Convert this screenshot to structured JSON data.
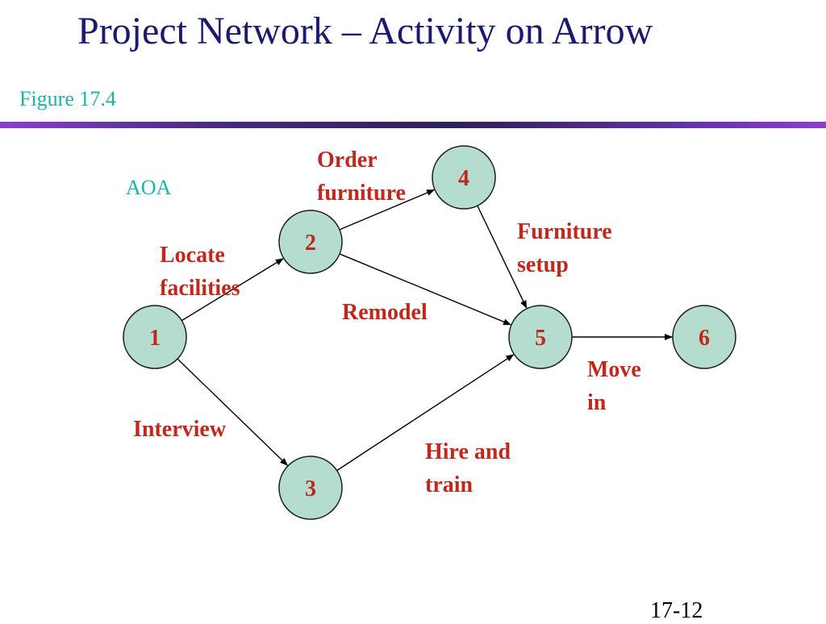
{
  "slide": {
    "title": "Project Network – Activity on Arrow",
    "figure_label": "Figure 17.4",
    "aoa_label": "AOA",
    "page_number": "17-12"
  },
  "nodes": [
    {
      "id": "1",
      "label": "1"
    },
    {
      "id": "2",
      "label": "2"
    },
    {
      "id": "3",
      "label": "3"
    },
    {
      "id": "4",
      "label": "4"
    },
    {
      "id": "5",
      "label": "5"
    },
    {
      "id": "6",
      "label": "6"
    }
  ],
  "activities": [
    {
      "from": "1",
      "to": "2",
      "label": "Locate\nfacilities"
    },
    {
      "from": "1",
      "to": "3",
      "label": "Interview"
    },
    {
      "from": "2",
      "to": "4",
      "label": "Order\nfurniture"
    },
    {
      "from": "2",
      "to": "5",
      "label": "Remodel"
    },
    {
      "from": "4",
      "to": "5",
      "label": "Furniture\nsetup"
    },
    {
      "from": "3",
      "to": "5",
      "label": "Hire and\ntrain"
    },
    {
      "from": "5",
      "to": "6",
      "label": "Move\nin"
    }
  ],
  "colors": {
    "title": "#1a1a6e",
    "accent_teal": "#1ab5a8",
    "node_fill": "#b4ddd0",
    "label_red": "#c0281c"
  }
}
